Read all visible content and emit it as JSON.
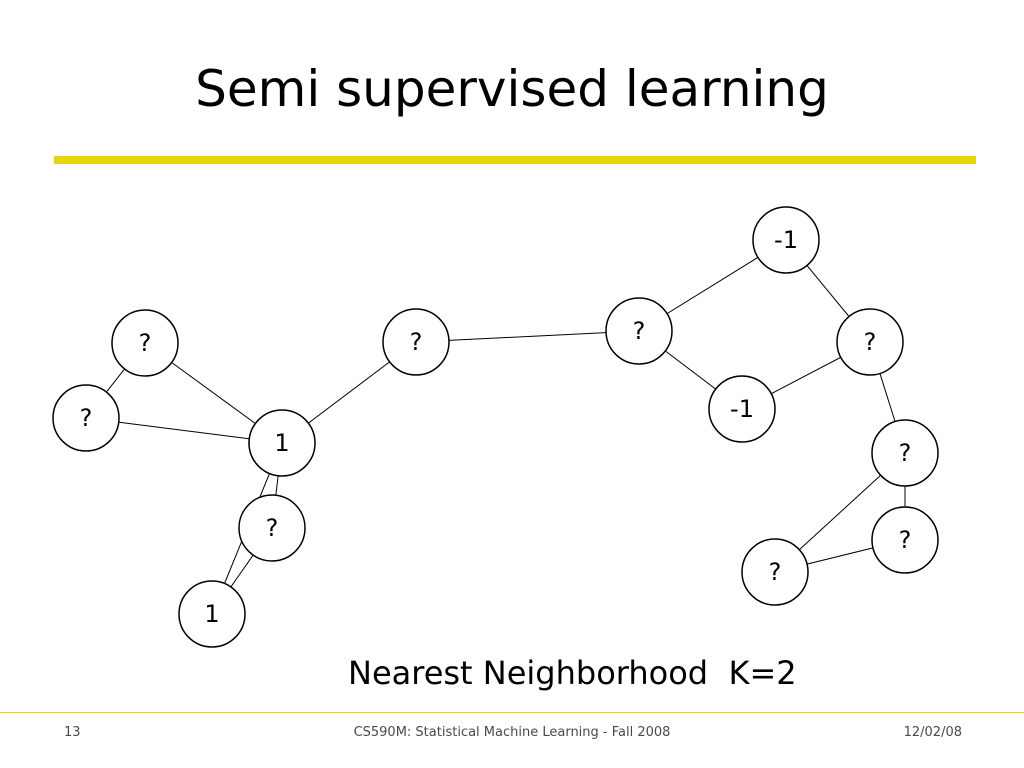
{
  "slide": {
    "title": "Semi supervised learning",
    "caption": "Nearest Neighborhood  K=2",
    "accent_color": "#e6d60a",
    "footer": {
      "page_number": "13",
      "course": "CS590M: Statistical Machine Learning - Fall 2008",
      "date": "12/02/08"
    }
  },
  "diagram": {
    "nodes": [
      {
        "id": "n1",
        "label": "?"
      },
      {
        "id": "n2",
        "label": "?"
      },
      {
        "id": "n3",
        "label": "1"
      },
      {
        "id": "n4",
        "label": "?"
      },
      {
        "id": "n5",
        "label": "1"
      },
      {
        "id": "n6",
        "label": "?"
      },
      {
        "id": "n7",
        "label": "?"
      },
      {
        "id": "n8",
        "label": "-1"
      },
      {
        "id": "n9",
        "label": "?"
      },
      {
        "id": "n10",
        "label": "-1"
      },
      {
        "id": "n11",
        "label": "?"
      },
      {
        "id": "n12",
        "label": "?"
      },
      {
        "id": "n13",
        "label": "?"
      }
    ],
    "edges": [
      [
        "n1",
        "n2"
      ],
      [
        "n1",
        "n3"
      ],
      [
        "n2",
        "n3"
      ],
      [
        "n3",
        "n4"
      ],
      [
        "n3",
        "n5"
      ],
      [
        "n4",
        "n5"
      ],
      [
        "n3",
        "n6"
      ],
      [
        "n6",
        "n7"
      ],
      [
        "n7",
        "n8"
      ],
      [
        "n7",
        "n10"
      ],
      [
        "n8",
        "n9"
      ],
      [
        "n9",
        "n10"
      ],
      [
        "n9",
        "n11"
      ],
      [
        "n11",
        "n12"
      ],
      [
        "n11",
        "n13"
      ],
      [
        "n12",
        "n13"
      ]
    ]
  }
}
